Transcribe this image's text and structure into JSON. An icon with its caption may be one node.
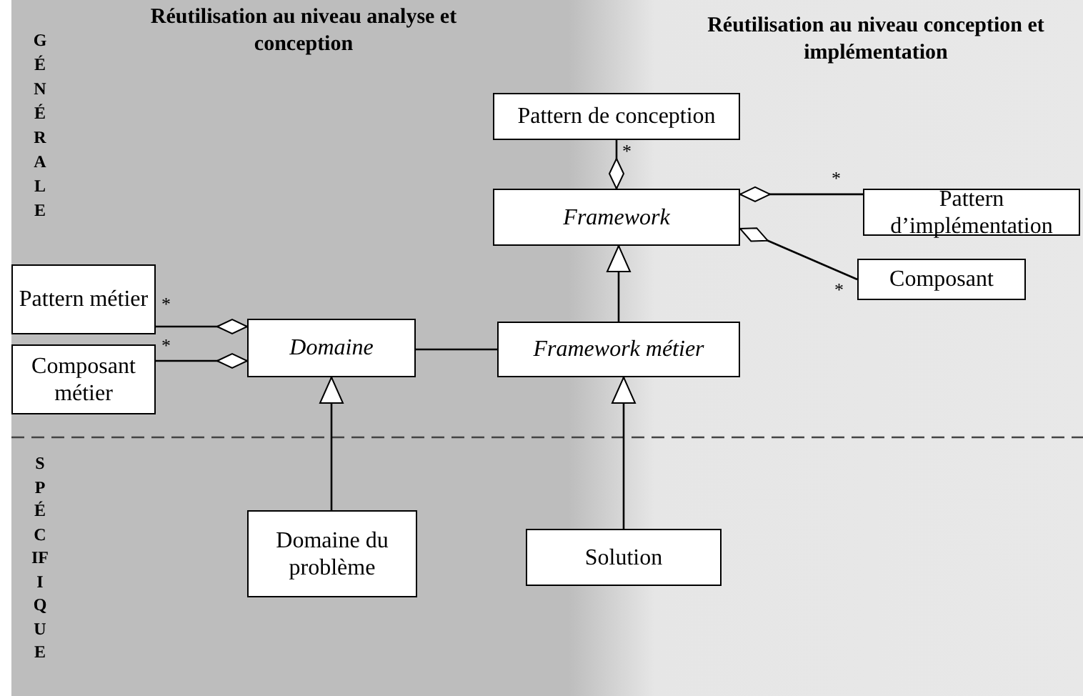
{
  "diagram": {
    "nodes": [
      {
        "text": [
          "Pattern de conception"
        ]
      },
      {
        "text": [
          "Framework"
        ]
      },
      {
        "text": [
          "Pattern d’implémentation"
        ]
      },
      {
        "text": [
          "Composant"
        ]
      },
      {
        "text": [
          "Pattern métier"
        ]
      },
      {
        "text": [
          "Composant métier"
        ]
      },
      {
        "text": [
          "Domaine"
        ]
      },
      {
        "text": [
          "Framework métier"
        ]
      },
      {
        "text": [
          "Domaine du problème"
        ]
      },
      {
        "text": [
          "Solution"
        ]
      }
    ],
    "edges": [
      {
        "from": 0,
        "to": 1,
        "arrow": "other",
        "label": "*"
      },
      {
        "from": 2,
        "to": 1,
        "arrow": "other",
        "label": "*"
      },
      {
        "from": 3,
        "to": 1,
        "arrow": "other",
        "label": "*"
      },
      {
        "from": 4,
        "to": 6,
        "arrow": "other",
        "label": "*"
      },
      {
        "from": 5,
        "to": 6,
        "arrow": "other",
        "label": "*"
      },
      {
        "from": 6,
        "to": 7,
        "arrow": "none"
      },
      {
        "from": 7,
        "to": 1,
        "arrow": "to"
      },
      {
        "from": 8,
        "to": 6,
        "arrow": "to"
      },
      {
        "from": 9,
        "to": 7,
        "arrow": "to"
      }
    ],
    "labels": [
      "Réutilisation au niveau analyse et conception",
      "Réutilisation au niveau conception et implémentation",
      "GÉNÉRALE",
      "SPÉCIFIQUE"
    ]
  }
}
